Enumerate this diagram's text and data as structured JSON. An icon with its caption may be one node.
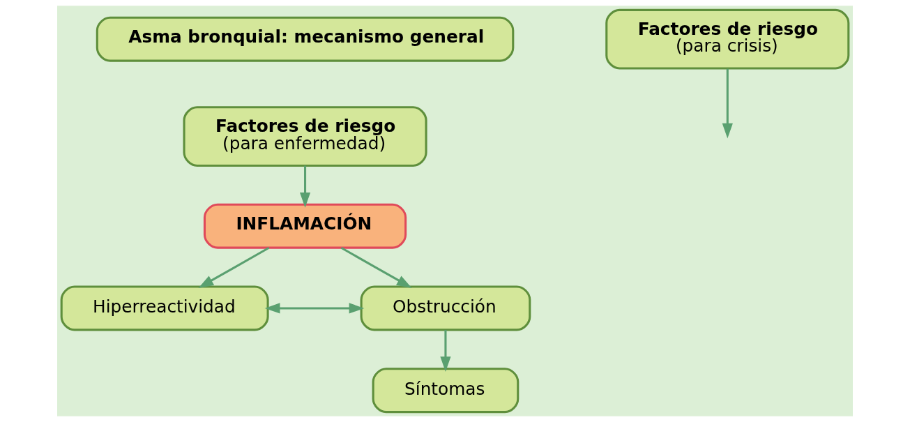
{
  "diagram": {
    "nodes": [
      {
        "text": [
          "Asma bronquial: mecanismo general"
        ]
      },
      {
        "text": [
          "Factores de riesgo",
          "(para enfermedad)"
        ]
      },
      {
        "text": [
          "INFLAMACIÓN"
        ]
      },
      {
        "text": [
          "Hiperreactividad"
        ]
      },
      {
        "text": [
          "Obstrucción"
        ]
      },
      {
        "text": [
          "Factores de riesgo",
          "(para crisis)"
        ]
      },
      {
        "text": [
          "Síntomas"
        ]
      }
    ],
    "edges": [
      {
        "from": 1,
        "to": 2,
        "arrow": "to"
      },
      {
        "from": 2,
        "to": 3,
        "arrow": "to"
      },
      {
        "from": 2,
        "to": 4,
        "arrow": "to"
      },
      {
        "from": 3,
        "to": 4,
        "arrow": "both"
      },
      {
        "from": 5,
        "to": null,
        "arrow": "to"
      },
      {
        "from": 4,
        "to": 6,
        "arrow": "to"
      }
    ]
  }
}
